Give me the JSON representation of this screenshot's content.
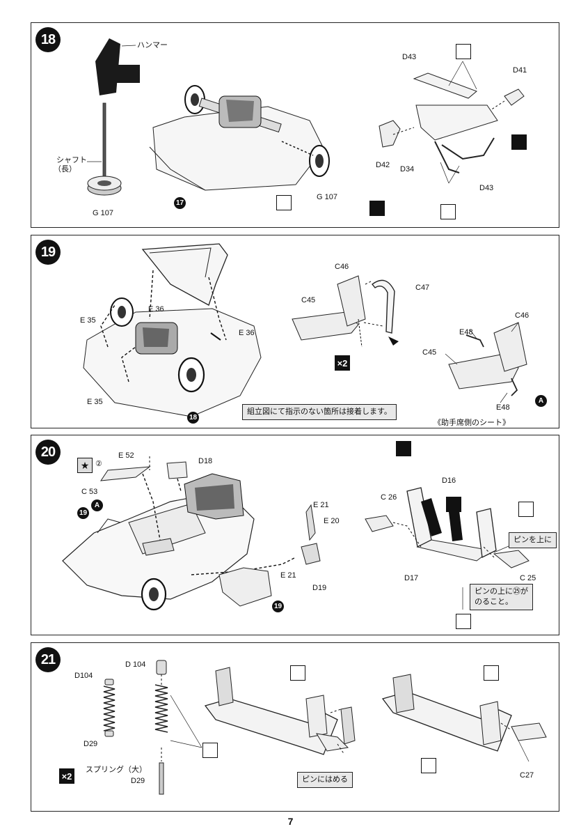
{
  "page_number": "7",
  "icons": {
    "cement_tube": "cement-tube-icon",
    "paint_marker": "paint-marker-icon",
    "double_marker": "x2-icon"
  },
  "steps": {
    "s18": {
      "number": "18",
      "hammer": "ハンマー",
      "shaft_line1": "シャフト",
      "shaft_line2": "（長）",
      "g107_left": "G 107",
      "g107_right": "G 107",
      "ref17": "17",
      "d43_top": "D43",
      "d41": "D41",
      "d42": "D42",
      "d34": "D34",
      "d43_bottom": "D43"
    },
    "s19": {
      "number": "19",
      "e36_top": "E 36",
      "e35_left": "E 35",
      "e36_right": "E 36",
      "e35_bottom": "E 35",
      "ref18": "18",
      "c46_top": "C46",
      "c47": "C47",
      "c45_top": "C45",
      "x2": "×2",
      "e48_top": "E48",
      "c46_right": "C46",
      "c45_right": "C45",
      "e48_bottom": "E48",
      "marker_a": "A",
      "note": "組立図にて指示のない箇所は接着します。",
      "caption": "《助手席側のシート》"
    },
    "s20": {
      "number": "20",
      "star_num": "②",
      "e52": "E 52",
      "d18": "D18",
      "c53": "C 53",
      "ref19_a": "19",
      "marker_a": "A",
      "e21_top": "E 21",
      "e20": "E 20",
      "e21_bottom": "E 21",
      "d19": "D19",
      "ref19_b": "19",
      "d16": "D16",
      "c26": "C 26",
      "d17": "D17",
      "c25": "C 25",
      "pin_up": "ピンを上に",
      "pin_note_line1": "ピンの上に㉕が",
      "pin_note_line2": "のること。"
    },
    "s21": {
      "number": "21",
      "d104_a": "D104",
      "d104_b": "D 104",
      "d29_a": "D29",
      "spring": "スプリング（大）",
      "d29_b": "D29",
      "x2": "×2",
      "pin_fit": "ピンにはめる",
      "c27": "C27"
    }
  }
}
